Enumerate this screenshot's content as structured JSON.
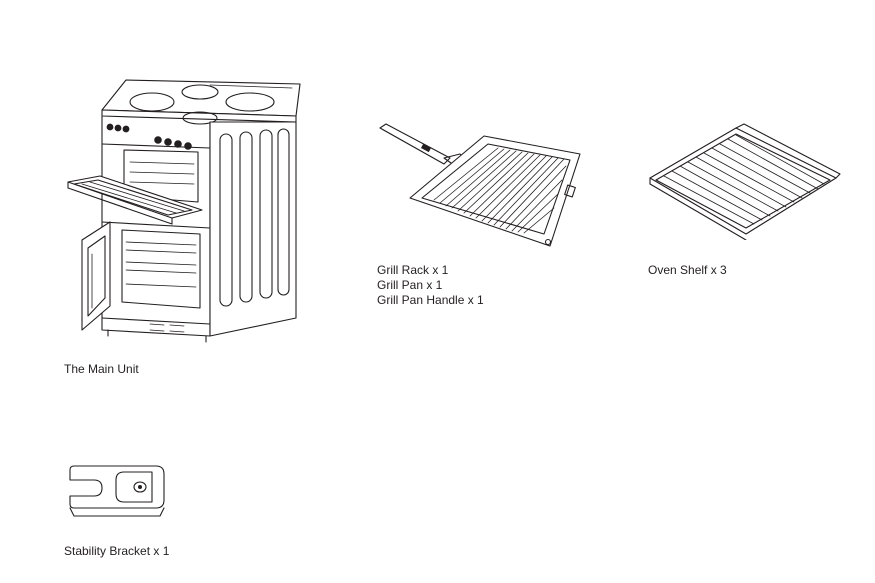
{
  "items": {
    "main_unit": {
      "caption": "The Main Unit"
    },
    "grill": {
      "lines": [
        "Grill Rack x 1",
        "Grill Pan x 1",
        "Grill Pan Handle x 1"
      ]
    },
    "oven_shelf": {
      "caption": "Oven Shelf x 3"
    },
    "stability_bracket": {
      "caption": "Stability Bracket x 1"
    }
  }
}
